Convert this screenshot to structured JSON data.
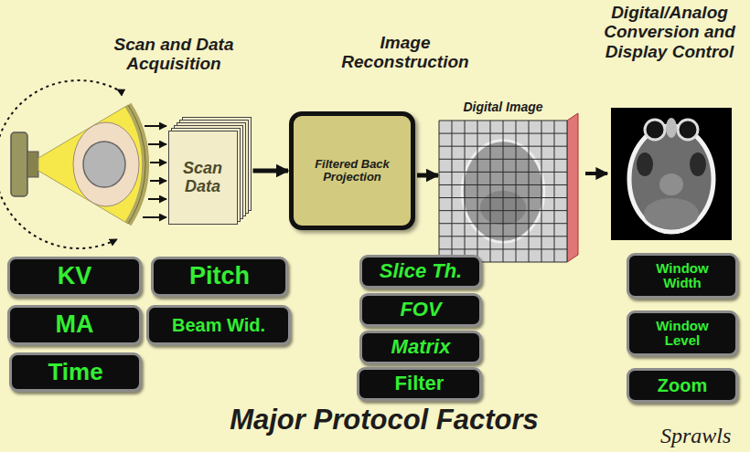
{
  "diagram": {
    "title": "Major Protocol Factors",
    "nodes": [
      {
        "text": [
          "Scan Data"
        ]
      },
      {
        "text": [
          "Filtered Back Projection"
        ]
      },
      {
        "text": [
          "Digital Image"
        ]
      },
      {
        "text": [
          "KV"
        ]
      },
      {
        "text": [
          "MA"
        ]
      },
      {
        "text": [
          "Time"
        ]
      },
      {
        "text": [
          "Pitch"
        ]
      },
      {
        "text": [
          "Beam Wid."
        ]
      },
      {
        "text": [
          "Slice Th."
        ]
      },
      {
        "text": [
          "FOV"
        ]
      },
      {
        "text": [
          "Matrix"
        ]
      },
      {
        "text": [
          "Filter"
        ]
      },
      {
        "text": [
          "Window Width"
        ]
      },
      {
        "text": [
          "Window Level"
        ]
      },
      {
        "text": [
          "Zoom"
        ]
      }
    ],
    "edges": [
      {
        "from": 0,
        "to": 1,
        "arrow": "to"
      },
      {
        "from": 1,
        "to": 2,
        "arrow": "to"
      }
    ],
    "labels": [
      "Scan and Data Acquisition",
      "Image Reconstruction",
      "Digital/Analog Conversion and Display Control",
      "Sprawls"
    ]
  }
}
